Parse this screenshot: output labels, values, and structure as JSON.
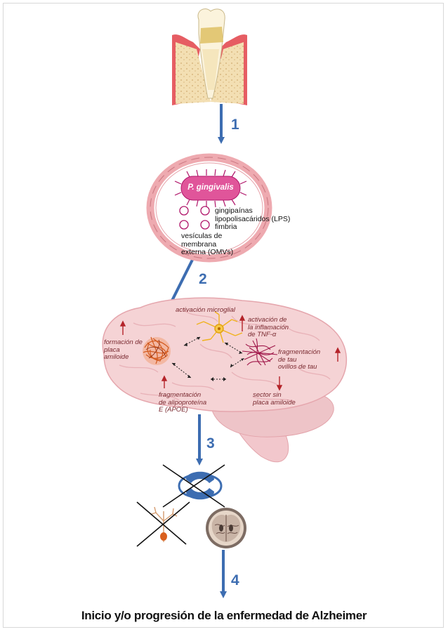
{
  "steps": [
    "1",
    "2",
    "3",
    "4"
  ],
  "bacterium": {
    "name": "P. gingivalis",
    "factors": [
      "gingipaínas",
      "lipopolisacáridos (LPS)",
      "fimbria"
    ],
    "vesicles": [
      "vesículas de",
      "membrana",
      "externa (OMVs)"
    ]
  },
  "brain": {
    "microglia": "activación microglial",
    "inflammation": [
      "activación de",
      "la inflamación",
      "de TNF-α"
    ],
    "plaque_formation": [
      "formación de",
      "placa",
      "amiloide"
    ],
    "tau": [
      "fragmentación",
      "de tau",
      "ovillos de tau"
    ],
    "apoe": [
      "fragmentación",
      "de alipoproteína",
      "E (APOE)"
    ],
    "no_plaque": [
      "sector sin",
      "placa amiloide"
    ]
  },
  "footer": {
    "title": "Inicio y/o progresión de la enfermedad de Alzheimer"
  },
  "colors": {
    "arrow": "#3d6db1",
    "brain": "#f5d3d5",
    "brain_outline": "#e5a6ad",
    "up_arrow": "#b4242a",
    "label": "#7a2a30",
    "plaque": "#d35a1f",
    "tau": "#a0184a",
    "neuron": "#f0b21c"
  }
}
